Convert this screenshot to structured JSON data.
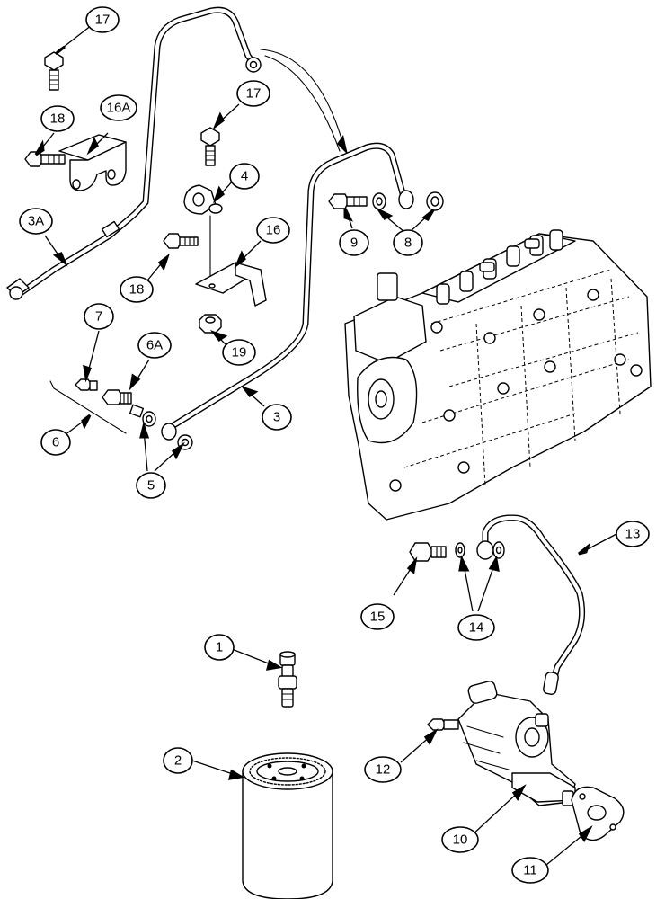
{
  "callouts": [
    {
      "id": "c17a",
      "label": "17"
    },
    {
      "id": "c18a",
      "label": "18"
    },
    {
      "id": "c16A",
      "label": "16A"
    },
    {
      "id": "c3A",
      "label": "3A"
    },
    {
      "id": "c17b",
      "label": "17"
    },
    {
      "id": "c4",
      "label": "4"
    },
    {
      "id": "c16",
      "label": "16"
    },
    {
      "id": "c18b",
      "label": "18"
    },
    {
      "id": "c19",
      "label": "19"
    },
    {
      "id": "c9",
      "label": "9"
    },
    {
      "id": "c8",
      "label": "8"
    },
    {
      "id": "c7",
      "label": "7"
    },
    {
      "id": "c6A",
      "label": "6A"
    },
    {
      "id": "c6",
      "label": "6"
    },
    {
      "id": "c5",
      "label": "5"
    },
    {
      "id": "c3",
      "label": "3"
    },
    {
      "id": "c13",
      "label": "13"
    },
    {
      "id": "c15",
      "label": "15"
    },
    {
      "id": "c14",
      "label": "14"
    },
    {
      "id": "c1",
      "label": "1"
    },
    {
      "id": "c2",
      "label": "2"
    },
    {
      "id": "c12",
      "label": "12"
    },
    {
      "id": "c10",
      "label": "10"
    },
    {
      "id": "c11",
      "label": "11"
    }
  ],
  "parts": [
    {
      "key": "bolt-17a",
      "name": "bolt-17-icon"
    },
    {
      "key": "bolt-18a",
      "name": "bolt-18-icon"
    },
    {
      "key": "bracket-16a",
      "name": "bracket-16a-icon"
    },
    {
      "key": "fuel-line-3a",
      "name": "fuel-line-3a-icon"
    },
    {
      "key": "fuel-line-3",
      "name": "fuel-line-3-icon"
    },
    {
      "key": "injection-pump",
      "name": "injection-pump-icon"
    },
    {
      "key": "fuel-filter",
      "name": "fuel-filter-icon"
    },
    {
      "key": "transfer-pump",
      "name": "transfer-pump-icon"
    },
    {
      "key": "gasket-11",
      "name": "gasket-11-icon"
    },
    {
      "key": "fuel-line-13",
      "name": "fuel-line-13-icon"
    }
  ]
}
